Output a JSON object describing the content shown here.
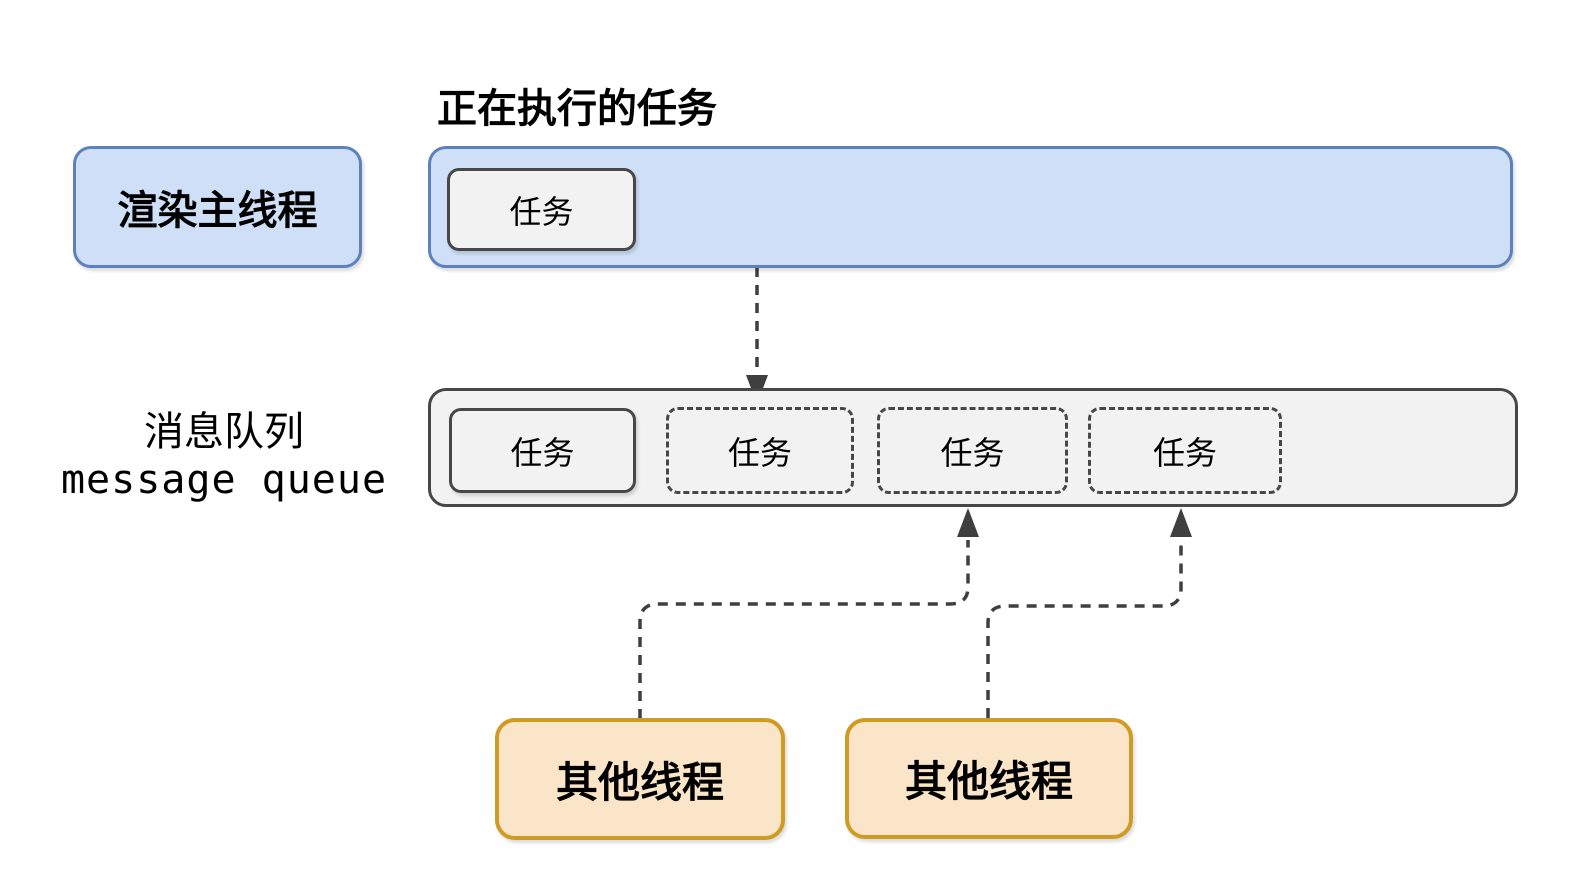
{
  "colors": {
    "background": "#ffffff",
    "text": "#000000",
    "blue_fill": "#cfdff7",
    "blue_stroke": "#5d81bd",
    "gray_fill": "#f2f2f2",
    "gray_stroke": "#474747",
    "orange_fill": "#fbe5c8",
    "orange_stroke": "#cf9b22",
    "connector": "#3f3f3f"
  },
  "labels": {
    "running_task_title": "正在执行的任务"
  },
  "diagram": {
    "main_thread_box": {
      "label": "渲染主线程"
    },
    "executing_bar": {
      "tasks": [
        {
          "label": "任务",
          "style": "solid"
        }
      ]
    },
    "queue_label": {
      "zh": "消息队列",
      "en": "message queue"
    },
    "message_queue": {
      "tasks": [
        {
          "label": "任务",
          "style": "solid"
        },
        {
          "label": "任务",
          "style": "dashed"
        },
        {
          "label": "任务",
          "style": "dashed"
        },
        {
          "label": "任务",
          "style": "dashed"
        }
      ]
    },
    "other_threads": [
      {
        "label": "其他线程"
      },
      {
        "label": "其他线程"
      }
    ],
    "connections": [
      {
        "from": "executing-task",
        "to": "queue-task-2",
        "style": "dashed-arrow"
      },
      {
        "from": "other-thread-1",
        "to": "queue-task-3",
        "style": "dashed-arrow"
      },
      {
        "from": "other-thread-2",
        "to": "queue-task-4",
        "style": "dashed-arrow"
      }
    ]
  }
}
